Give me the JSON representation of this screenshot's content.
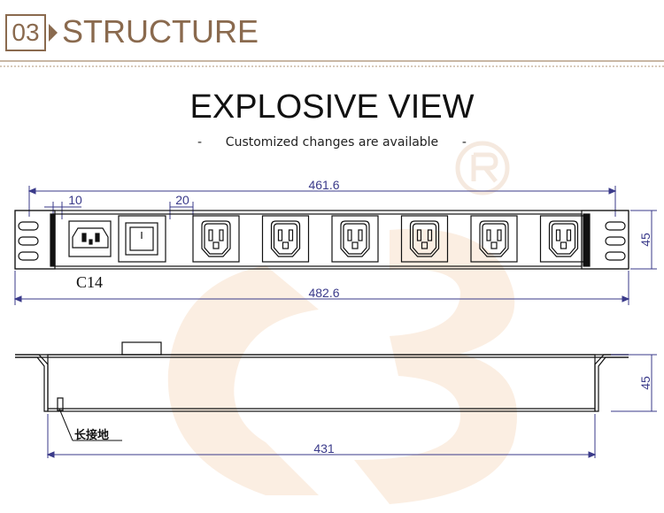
{
  "header": {
    "number": "03",
    "title": "STRUCTURE"
  },
  "view": {
    "title": "EXPLOSIVE VIEW",
    "subtitle": "-      Customized changes are available      -"
  },
  "dimensions": {
    "total_mount_width": "461.6",
    "overall_width": "482.6",
    "body_length": "431",
    "height_front": "45",
    "height_side": "45",
    "spacing_10": "10",
    "spacing_20": "20"
  },
  "labels": {
    "inlet": "C14",
    "ground": "长接地"
  },
  "sockets": {
    "count": 6,
    "type": "C13"
  },
  "colors": {
    "brand": "#8a6a4e",
    "dimension": "#3a3a8a",
    "outline": "#111111"
  }
}
